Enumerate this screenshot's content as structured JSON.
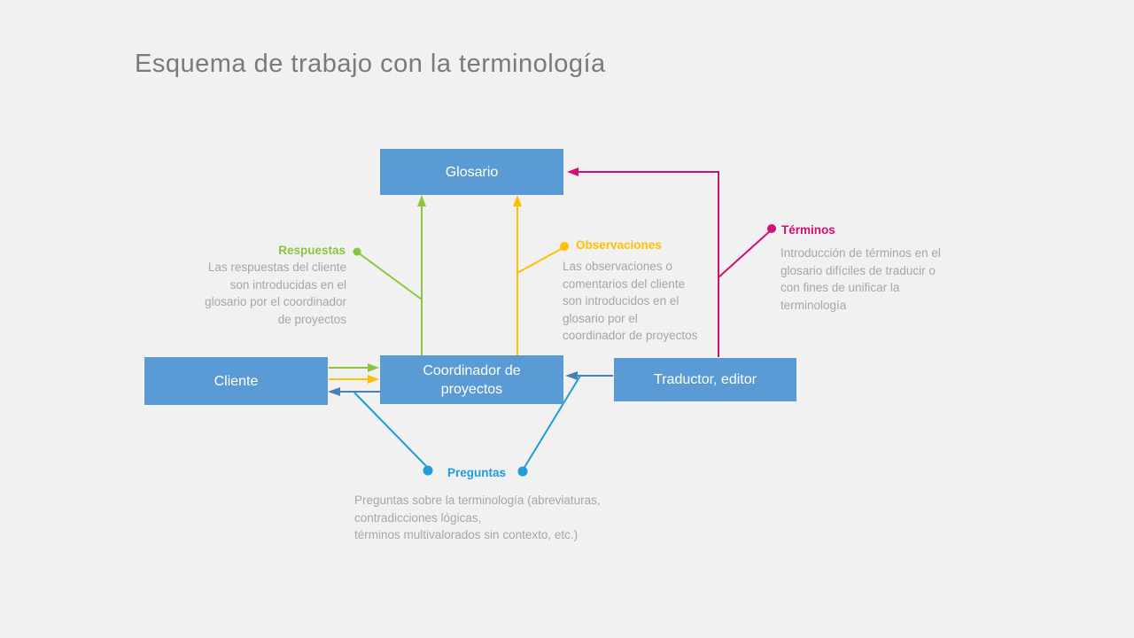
{
  "title": "Esquema de trabajo con la terminología",
  "nodes": {
    "glosario": "Glosario",
    "cliente": "Cliente",
    "coordinador": "Coordinador de\nproyectos",
    "traductor": "Traductor, editor"
  },
  "annotations": {
    "respuestas": {
      "label": "Respuestas",
      "text": "Las respuestas del cliente\nson introducidas en el\nglosario por el coordinador\nde proyectos"
    },
    "observaciones": {
      "label": "Observaciones",
      "text": "Las observaciones o\ncomentarios del cliente\nson introducidos en el\nglosario por el\ncoordinador de proyectos"
    },
    "terminos": {
      "label": "Términos",
      "text": "Introducción  de términos en el\nglosario difíciles de traducir o\ncon fines de unificar la\nterminología"
    },
    "preguntas": {
      "label": "Preguntas",
      "text": "Preguntas sobre la terminología (abreviaturas,\ncontradicciones lógicas,\ntérminos multivalorados sin contexto, etc.)"
    }
  },
  "colors": {
    "bg": "#f1f1f1",
    "box_blue": "#5b9bd5",
    "green": "#8bc53f",
    "yellow": "#ffc000",
    "magenta": "#d20f74",
    "blue_bright": "#219cd8",
    "blue_muted": "#4a7ebb",
    "text_gray": "#a6a6a6",
    "title_gray": "#7a7a7a"
  }
}
